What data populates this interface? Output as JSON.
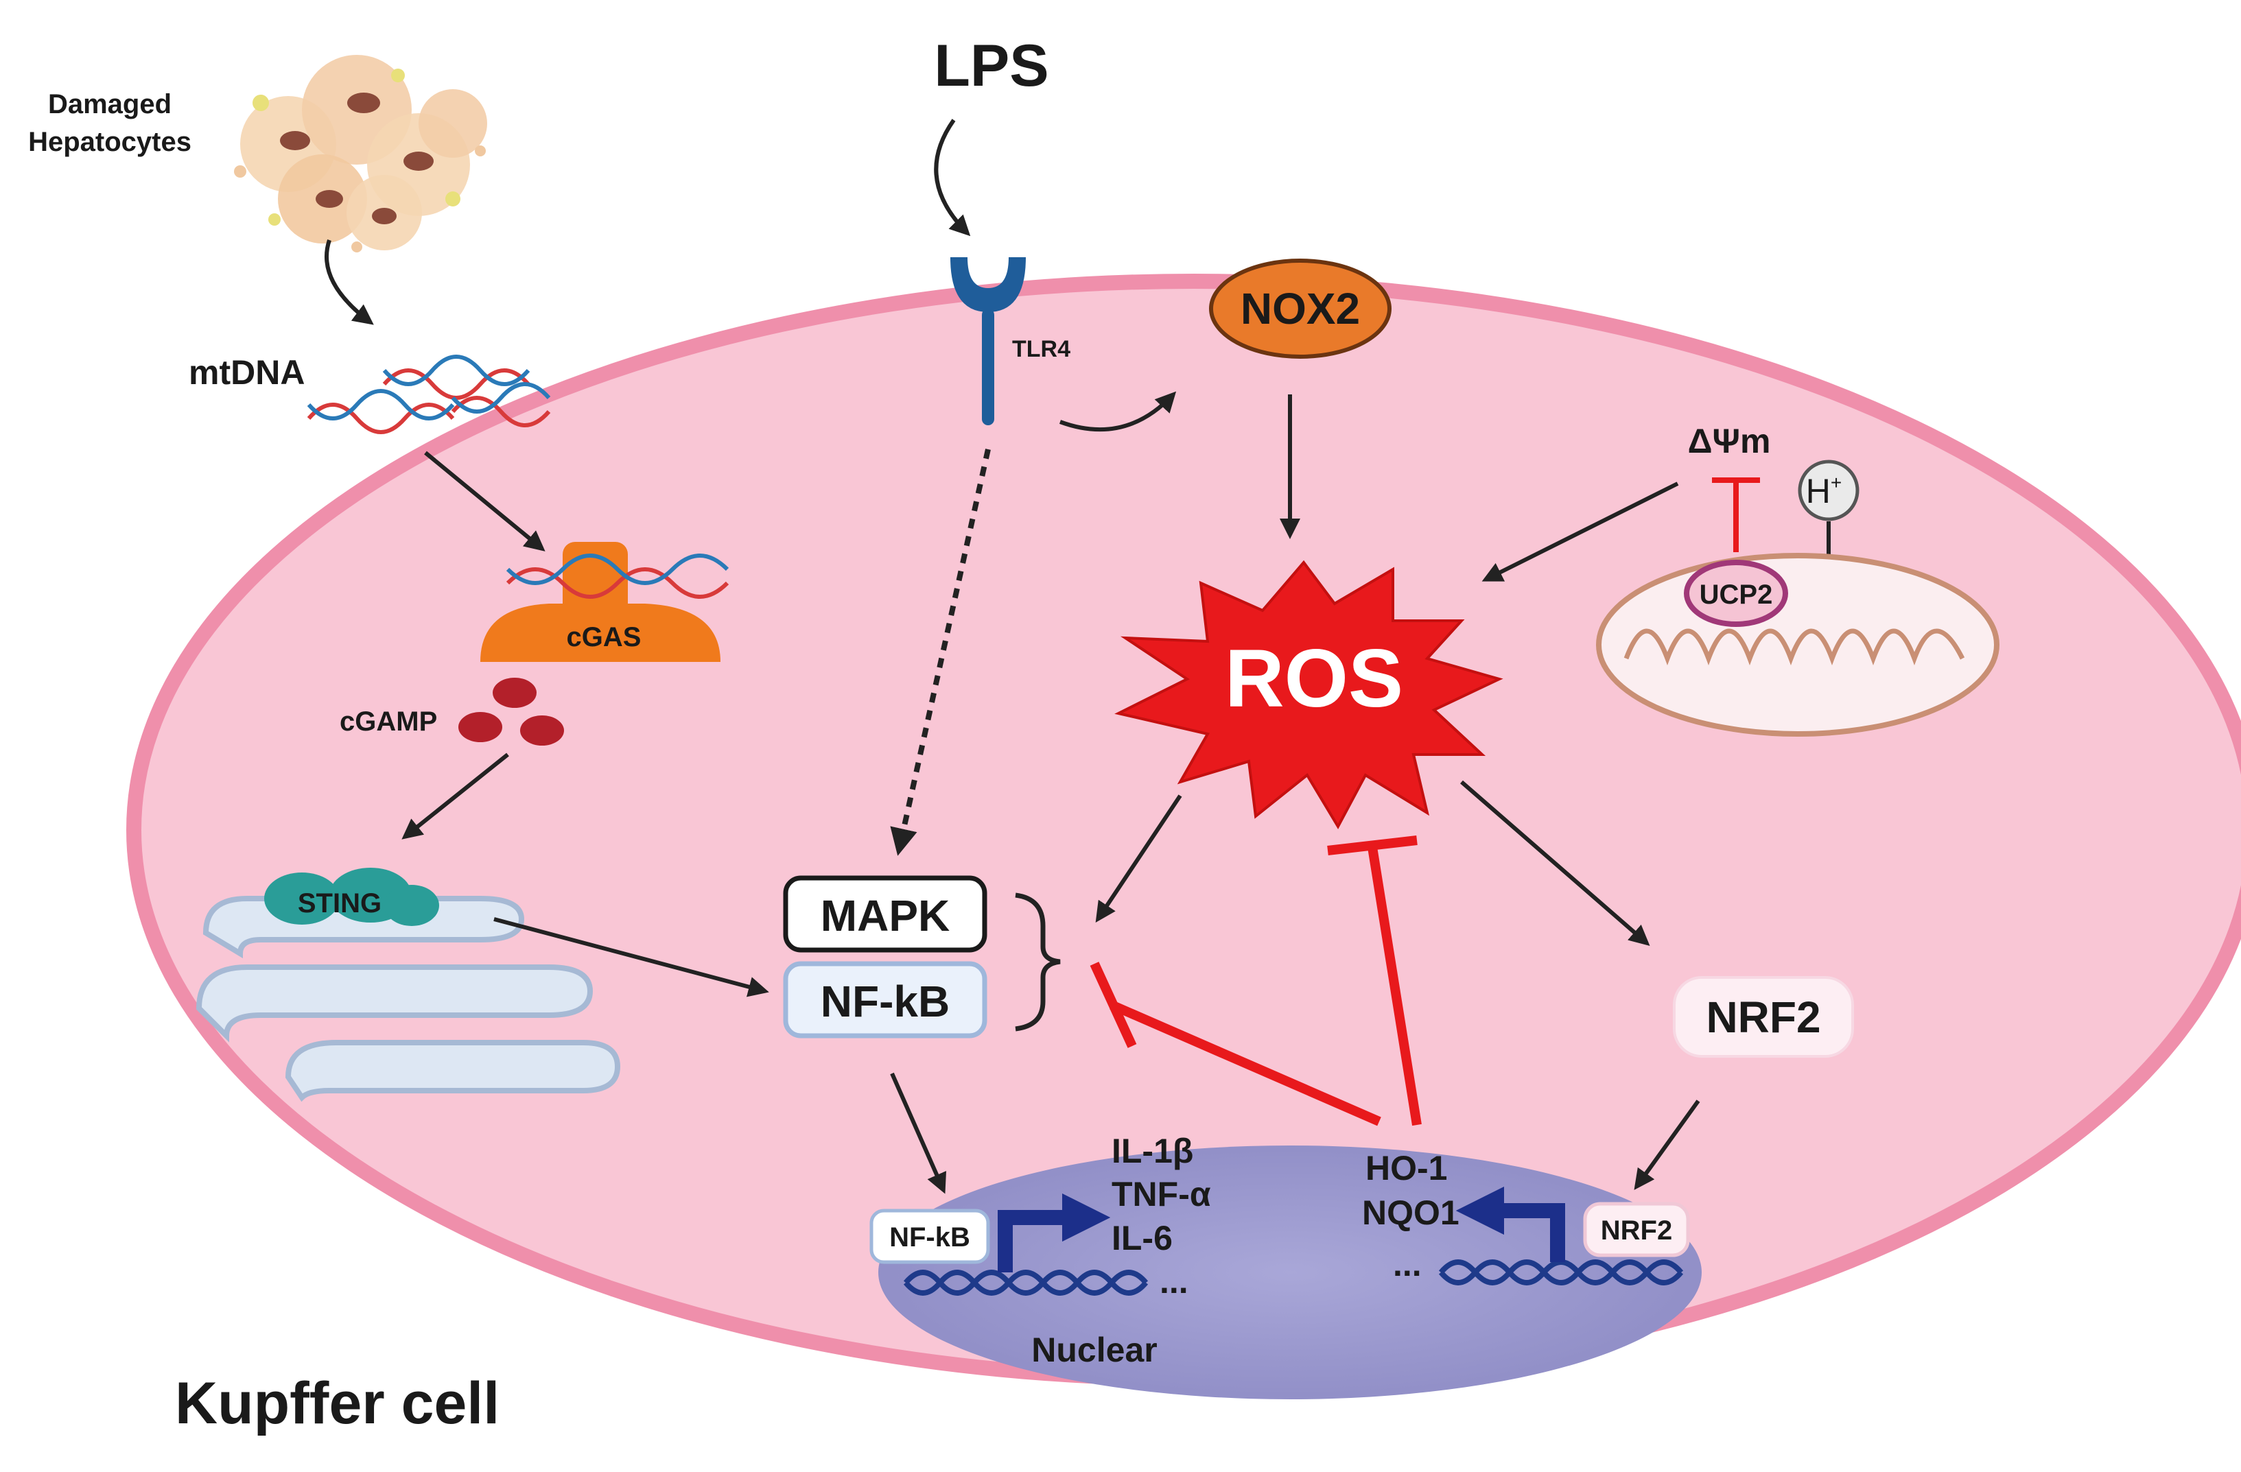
{
  "labels": {
    "damaged_hepatocytes_line1": "Damaged",
    "damaged_hepatocytes_line2": "Hepatocytes",
    "mtdna": "mtDNA",
    "cgas": "cGAS",
    "cgamp": "cGAMP",
    "sting": "STING",
    "lps": "LPS",
    "tlr4": "TLR4",
    "nox2": "NOX2",
    "ros": "ROS",
    "delta_psi_m": "ΔΨm",
    "h_plus": "H",
    "h_plus_sup": "+",
    "ucp2": "UCP2",
    "mapk": "MAPK",
    "nfkb": "NF-kB",
    "nrf2": "NRF2",
    "nucleus_nfkb": "NF-kB",
    "nucleus_nrf2": "NRF2",
    "il1b": "IL-1β",
    "tnfa": "TNF-α",
    "il6": "IL-6",
    "ellipsis_left": "...",
    "ho1": "HO-1",
    "nqo1": "NQO1",
    "ellipsis_right": "...",
    "nuclear": "Nuclear",
    "kupffer_cell": "Kupffer cell"
  },
  "colors": {
    "cell_fill": "#f9c6d5",
    "cell_border": "#ef8fab",
    "nucleus_fill": "#9a98cf",
    "ros_fill": "#e8191c",
    "inhibit_red": "#e8191c",
    "arrow_dark": "#222222",
    "nox2_fill": "#e97a2a",
    "tlr4_blue": "#1f5d9a",
    "cgas_orange": "#f07a1c",
    "cgamp_red": "#b3202a",
    "sting_teal": "#2a9d98",
    "er_blue": "#dde7f3",
    "dna_blue": "#1e3a8a",
    "promoter_blue": "#1c2f8a"
  }
}
